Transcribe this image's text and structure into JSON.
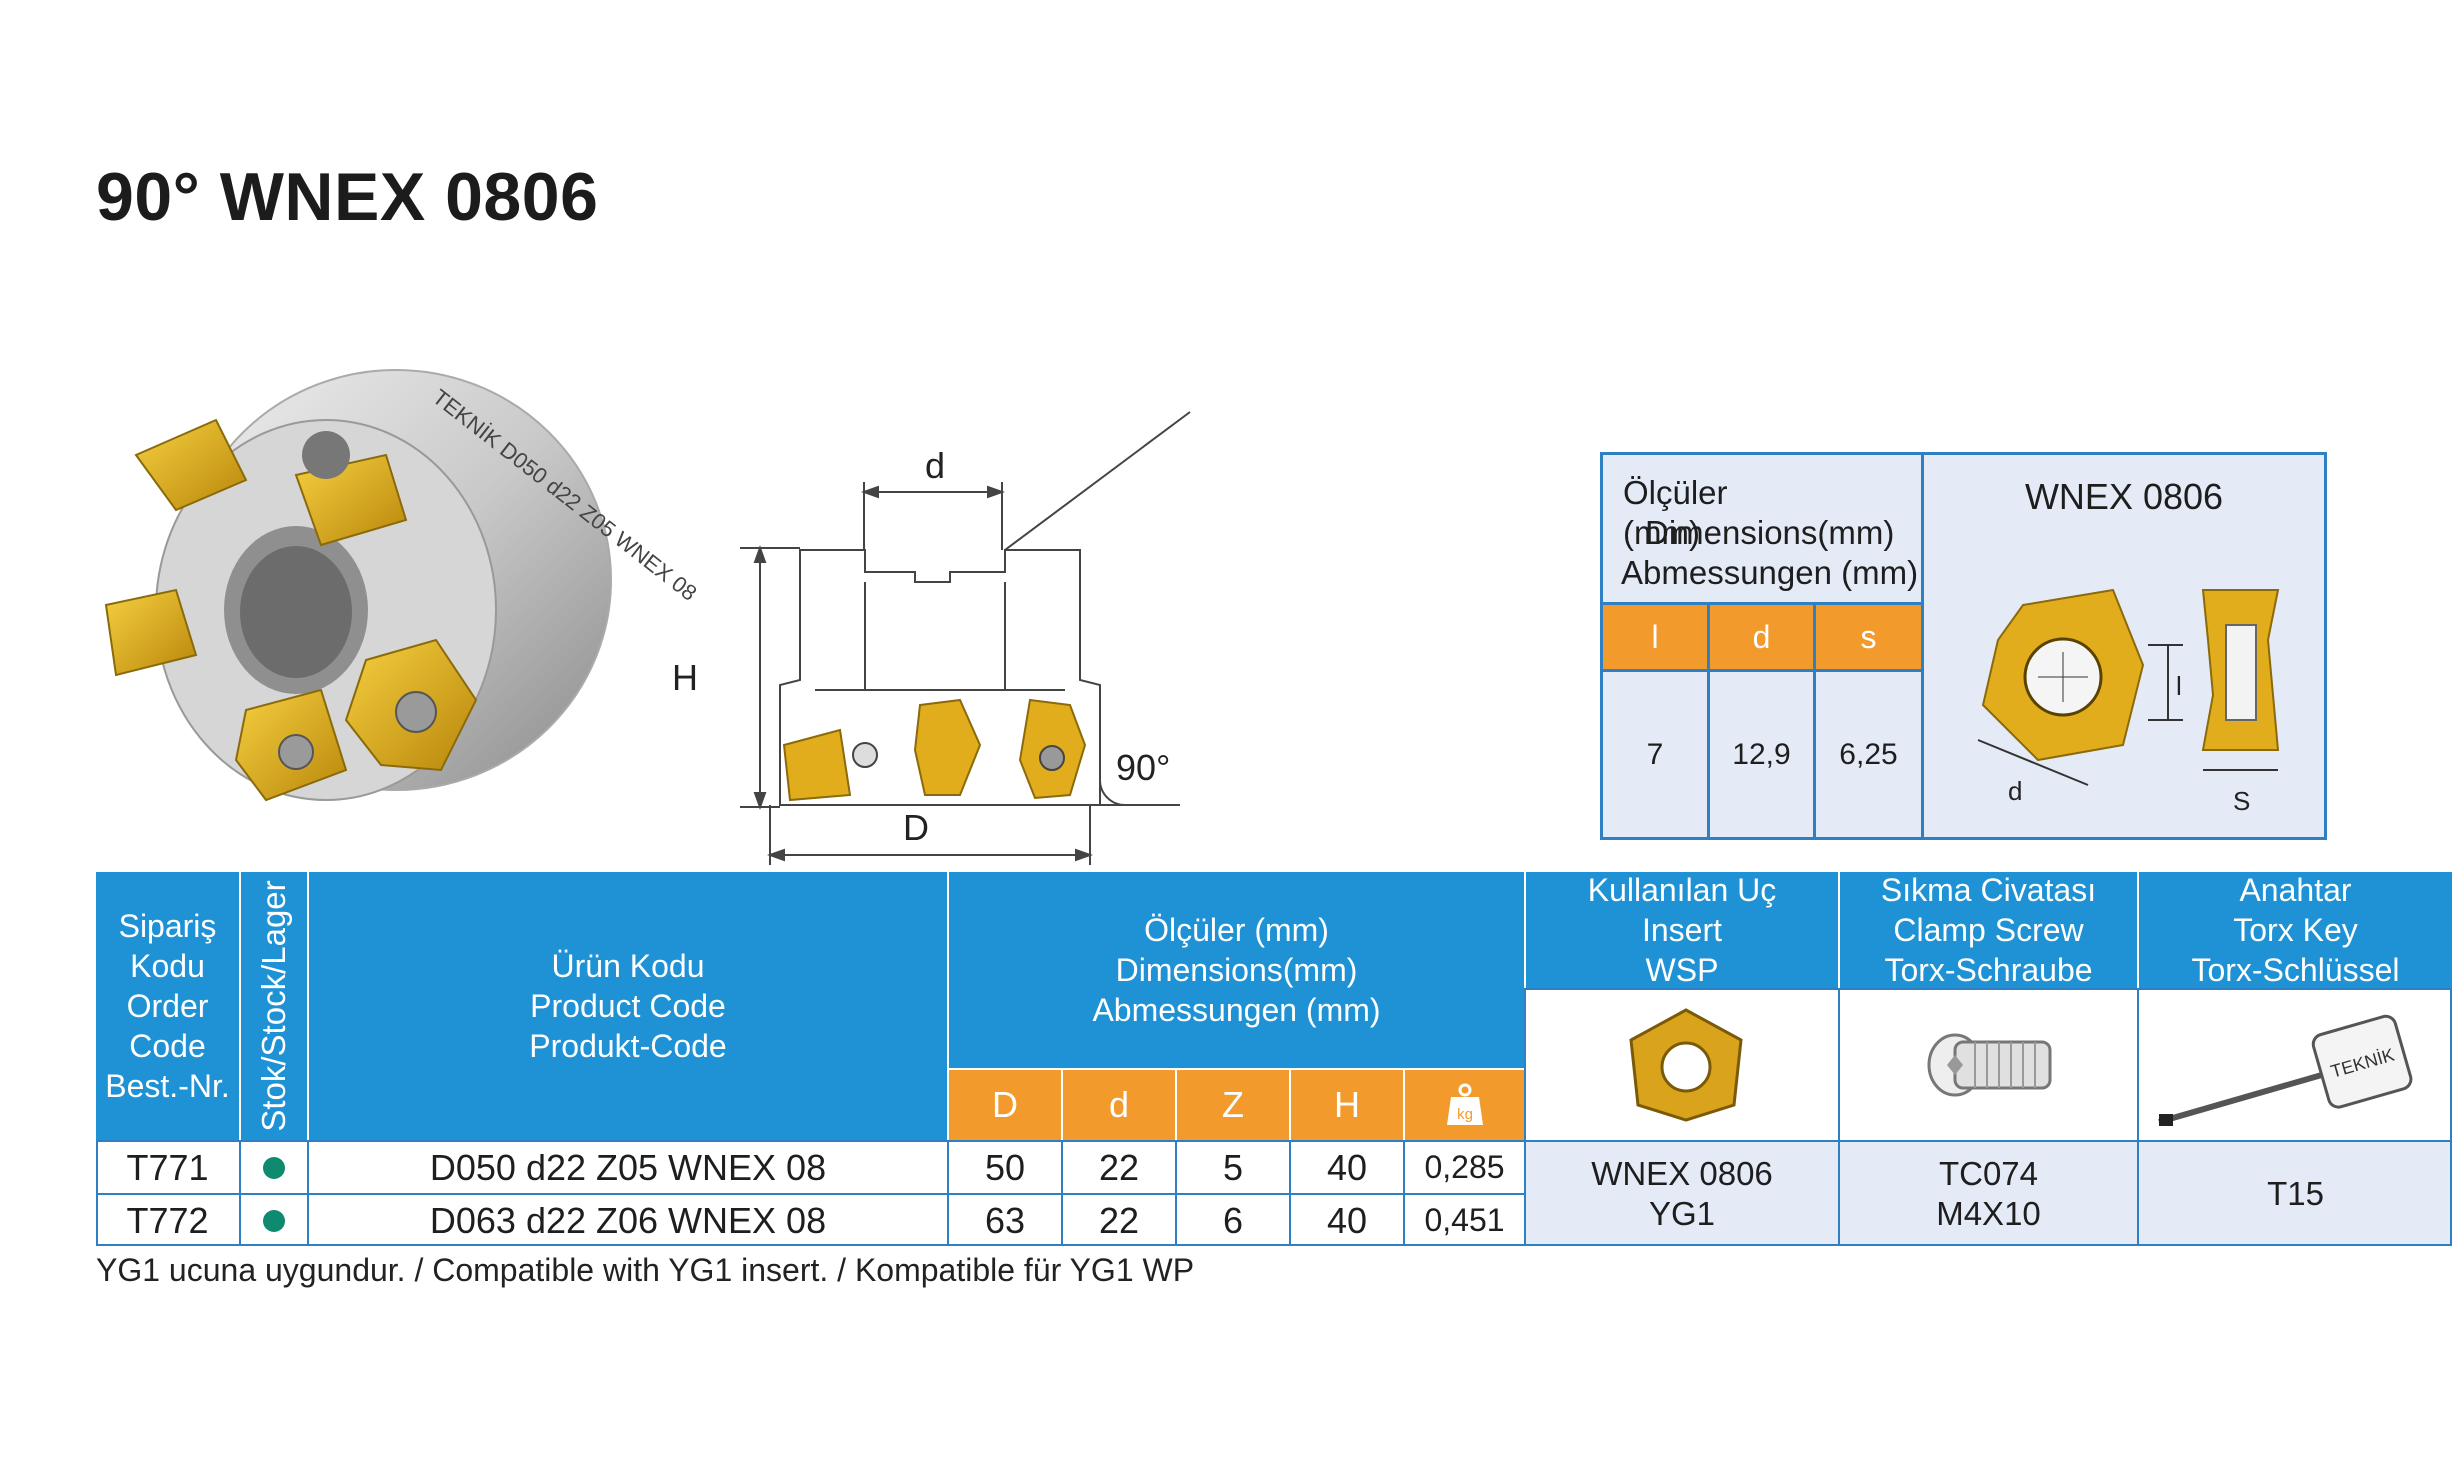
{
  "title": "90° WNEX 0806",
  "drawing": {
    "label_d": "d",
    "label_H": "H",
    "label_D": "D",
    "angle": "90°"
  },
  "tool_marking": "TEKNİK D050 d22 Z05 WNEX 08",
  "dimension_box": {
    "label_lines": [
      "Ölçüler (mm)",
      "Dimensions(mm)",
      "Abmessungen (mm)"
    ],
    "insert_title": "WNEX 0806",
    "headers": [
      "l",
      "d",
      "s"
    ],
    "values": [
      "7",
      "12,9",
      "6,25"
    ],
    "insert_labels": {
      "l": "l",
      "d": "d",
      "s": "S"
    }
  },
  "table": {
    "order_code_header": [
      "Sipariş",
      "Kodu",
      "Order",
      "Code",
      "Best.-Nr."
    ],
    "stock_header": "Stok/Stock/Lager",
    "product_code_header": [
      "Ürün Kodu",
      "Product Code",
      "Produkt-Code"
    ],
    "dimensions_header": [
      "Ölçüler (mm)",
      "Dimensions(mm)",
      "Abmessungen (mm)"
    ],
    "dim_columns": [
      "D",
      "d",
      "Z",
      "H"
    ],
    "weight_icon_label": "kg",
    "insert_header": [
      "Kullanılan Uç",
      "Insert",
      "WSP"
    ],
    "screw_header": [
      "Sıkma Civatası",
      "Clamp Screw",
      "Torx-Schraube"
    ],
    "key_header": [
      "Anahtar",
      "Torx Key",
      "Torx-Schlüssel"
    ],
    "key_brand": "TEKNİK",
    "rows": [
      {
        "order": "T771",
        "product": "D050 d22 Z05 WNEX 08",
        "D": "50",
        "d": "22",
        "Z": "5",
        "H": "40",
        "weight": "0,285"
      },
      {
        "order": "T772",
        "product": "D063 d22 Z06 WNEX 08",
        "D": "63",
        "d": "22",
        "Z": "6",
        "H": "40",
        "weight": "0,451"
      }
    ],
    "insert_value": [
      "WNEX 0806",
      "YG1"
    ],
    "screw_value": [
      "TC074",
      "M4X10"
    ],
    "key_value": "T15",
    "stock_color": "#0e8a6f"
  },
  "footnote": "YG1 ucuna uygundur. / Compatible with YG1 insert. / Kompatible für YG1 WP",
  "colors": {
    "blue": "#1f92d6",
    "orange": "#f39a2c",
    "gold": "#e2ad1c",
    "light_blue_bg": "#e4ebf6"
  }
}
